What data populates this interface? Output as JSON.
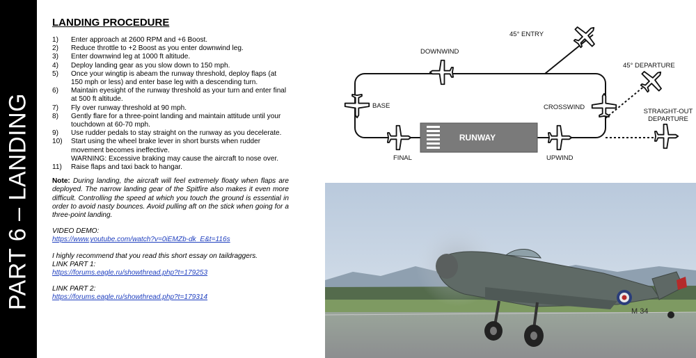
{
  "side_title": "PART 6 – LANDING",
  "heading": "LANDING PROCEDURE",
  "steps": [
    {
      "num": "1)",
      "text": "Enter approach at 2600 RPM and +6 Boost."
    },
    {
      "num": "2)",
      "text": "Reduce throttle to +2 Boost as you enter downwind leg."
    },
    {
      "num": "3)",
      "text": "Enter downwind leg at 1000 ft altitude."
    },
    {
      "num": "4)",
      "text": "Deploy landing gear as you slow down to 150 mph."
    },
    {
      "num": "5)",
      "text": "Once your wingtip is abeam the runway threshold, deploy flaps (at 150 mph or less) and enter base leg with a descending turn."
    },
    {
      "num": "6)",
      "text": "Maintain eyesight of the runway threshold as your turn and enter final at 500 ft altitude."
    },
    {
      "num": "7)",
      "text": "Fly over runway threshold at 90 mph."
    },
    {
      "num": "8)",
      "text": "Gently flare for a three-point landing and maintain attitude until your touchdown at 60-70 mph."
    },
    {
      "num": "9)",
      "text": "Use rudder pedals to stay straight on the runway as you decelerate."
    },
    {
      "num": "10)",
      "text": "Start using the wheel brake lever in short bursts when rudder movement becomes ineffective.",
      "warning": "WARNING: Excessive braking may cause the aircraft to nose over."
    },
    {
      "num": "11)",
      "text": "Raise flaps and taxi back to hangar."
    }
  ],
  "note": {
    "label": "Note:",
    "text": " During landing, the aircraft will feel extremely floaty when flaps are deployed. The narrow landing gear of the Spitfire also makes it even more difficult. Controlling the speed at which you touch the ground is essential in order to avoid nasty bounces. Avoid pulling aft on the stick when going for a three-point landing."
  },
  "video": {
    "label": "VIDEO DEMO:",
    "url": "https://www.youtube.com/watch?v=0iEMZb-dk_E&t=116s"
  },
  "essay": {
    "text": "I highly recommend that you read this short essay on taildraggers.",
    "link1_label": "LINK PART 1:",
    "link1": "https://forums.eagle.ru/showthread.php?t=179253",
    "link2_label": "LINK PART 2:",
    "link2": "https://forums.eagle.ru/showthread.php?t=179314"
  },
  "diagram": {
    "entry": "45° ENTRY",
    "downwind": "DOWNWIND",
    "departure45": "45° DEPARTURE",
    "base": "BASE",
    "crosswind": "CROSSWIND",
    "straight_out_1": "STRAIGHT-OUT",
    "straight_out_2": "DEPARTURE",
    "runway": "RUNWAY",
    "final": "FINAL",
    "upwind": "UPWIND"
  },
  "photo": {
    "tail_code": "M 34"
  }
}
